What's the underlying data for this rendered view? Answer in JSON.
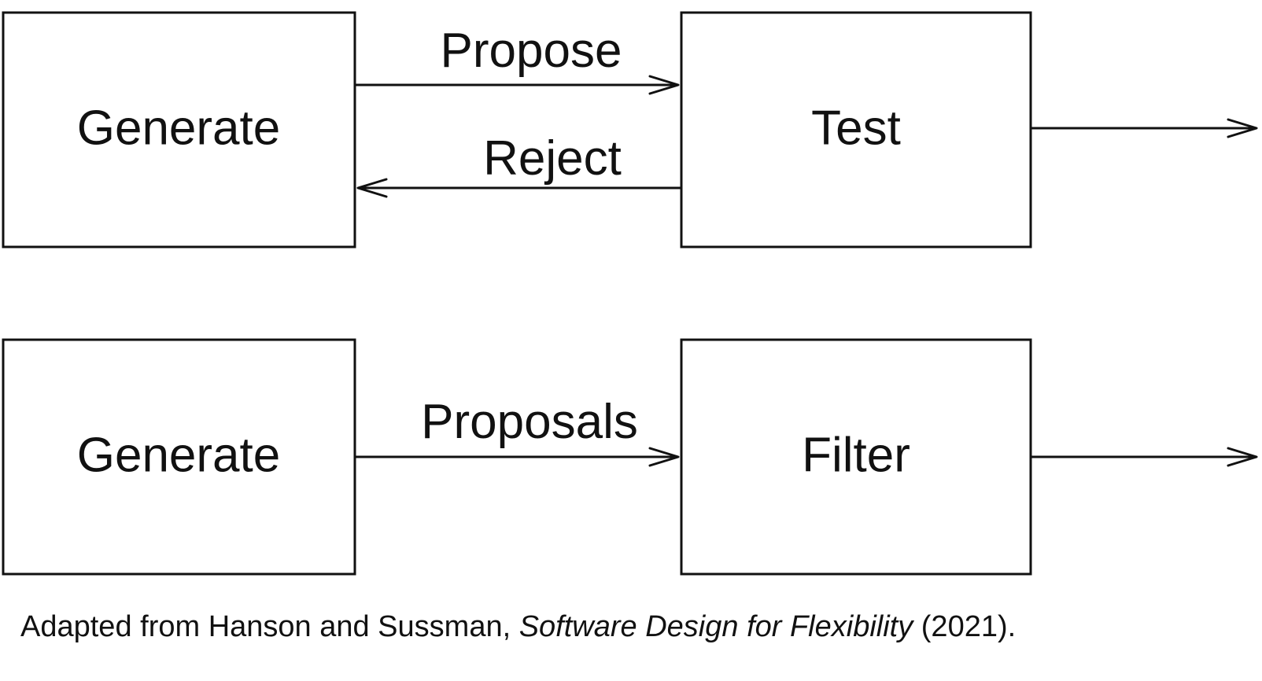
{
  "diagrams": [
    {
      "nodes": [
        {
          "id": "generate",
          "label": "Generate"
        },
        {
          "id": "test",
          "label": "Test"
        }
      ],
      "edges": [
        {
          "from": "generate",
          "to": "test",
          "label": "Propose"
        },
        {
          "from": "test",
          "to": "generate",
          "label": "Reject"
        },
        {
          "from": "test",
          "to": "output",
          "label": ""
        }
      ]
    },
    {
      "nodes": [
        {
          "id": "generate",
          "label": "Generate"
        },
        {
          "id": "filter",
          "label": "Filter"
        }
      ],
      "edges": [
        {
          "from": "generate",
          "to": "filter",
          "label": "Proposals"
        },
        {
          "from": "filter",
          "to": "output",
          "label": ""
        }
      ]
    }
  ],
  "caption": {
    "prefix": "Adapted from Hanson and Sussman, ",
    "title": "Software Design for Flexibility",
    "suffix": " (2021)."
  },
  "colors": {
    "stroke": "#111111",
    "background": "#ffffff"
  }
}
